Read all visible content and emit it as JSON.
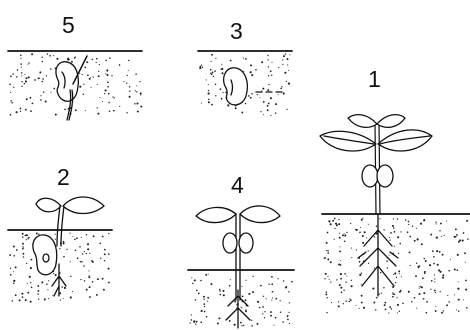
{
  "stages": [
    {
      "id": "stage-5",
      "label": "5",
      "phase": "seed-radicle-emerging"
    },
    {
      "id": "stage-3",
      "label": "3",
      "phase": "dry-seed-in-soil"
    },
    {
      "id": "stage-1",
      "label": "1",
      "phase": "mature-plant"
    },
    {
      "id": "stage-2",
      "label": "2",
      "phase": "seedling-first-leaves"
    },
    {
      "id": "stage-4",
      "label": "4",
      "phase": "young-plant-cotyledons-above-ground"
    }
  ],
  "colors": {
    "ink": "#111111",
    "soil_dots": "#222222",
    "background": "#ffffff"
  }
}
